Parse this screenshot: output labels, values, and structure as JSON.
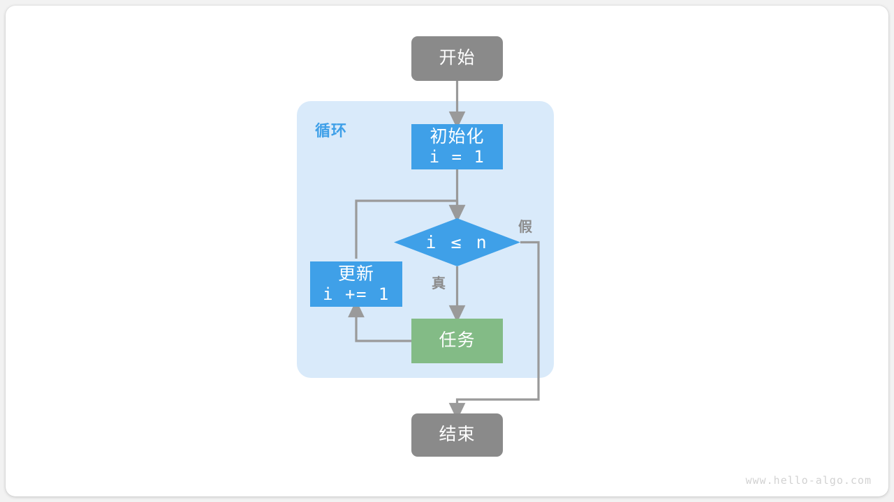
{
  "diagram": {
    "title": "for-loop-flowchart",
    "watermark": "www.hello-algo.com",
    "colors": {
      "terminal": "#8a8a8a",
      "process_blue": "#3fa0e8",
      "task_green": "#83bb86",
      "loop_container": "#d9eafa",
      "loop_label": "#3fa0e8",
      "arrow": "#9a9a9a",
      "edge_label": "#8c8c8c",
      "canvas": "#ffffff",
      "page": "#f2f2f2",
      "watermark": "#d2d2d2"
    },
    "loop_container": {
      "label": "循环"
    },
    "nodes": {
      "start": {
        "label": "开始",
        "shape": "rounded-rect",
        "color": "#8a8a8a"
      },
      "init": {
        "label": "初始化",
        "expression": "i = 1",
        "shape": "rect",
        "color": "#3fa0e8"
      },
      "condition": {
        "label": "i ≤ n",
        "shape": "diamond",
        "color": "#3fa0e8"
      },
      "update": {
        "label": "更新",
        "expression": "i += 1",
        "shape": "rect",
        "color": "#3fa0e8"
      },
      "task": {
        "label": "任务",
        "shape": "rect",
        "color": "#83bb86"
      },
      "end": {
        "label": "结束",
        "shape": "rounded-rect",
        "color": "#8a8a8a"
      }
    },
    "edge_labels": {
      "true_branch": "真",
      "false_branch": "假"
    }
  }
}
